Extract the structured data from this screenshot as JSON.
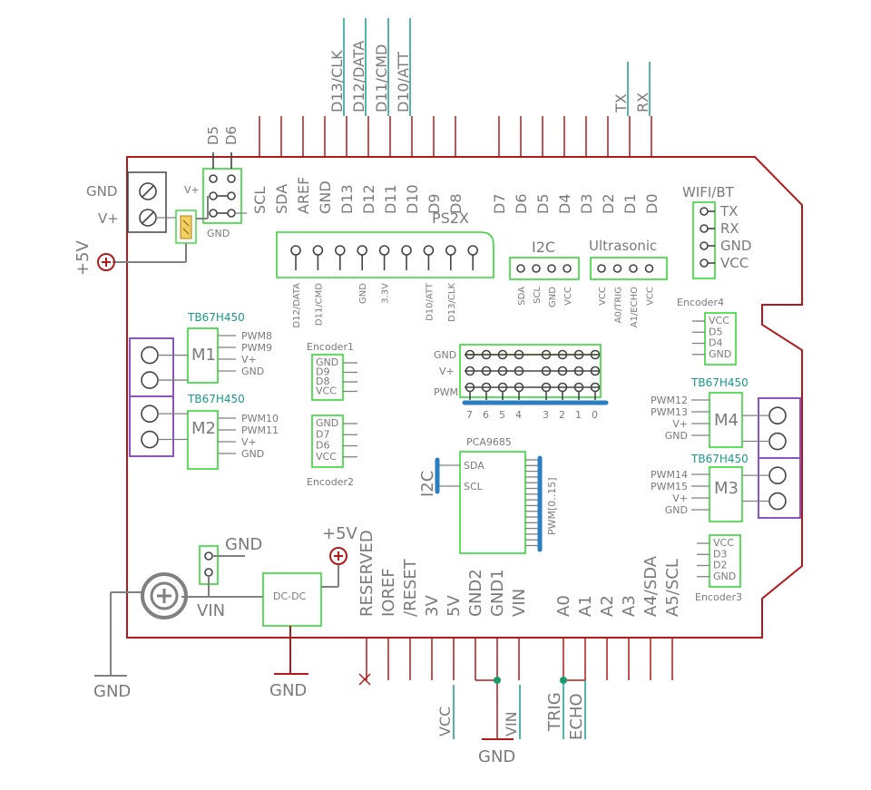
{
  "top_header_pins": [
    "SCL",
    "SDA",
    "AREF",
    "GND",
    "D13",
    "D12",
    "D11",
    "D10",
    "D9",
    "D8",
    "D7",
    "D6",
    "D5",
    "D4",
    "D3",
    "D2",
    "D1",
    "D0"
  ],
  "top_external": [
    "D13/CLK",
    "D12/DATA",
    "D11/CMD",
    "D10/ATT",
    "TX",
    "RX"
  ],
  "servo_header": {
    "d5": "D5",
    "d6": "D6",
    "vplus": "V+",
    "gnd": "GND"
  },
  "power_terminal": {
    "gnd": "GND",
    "vplus": "V+",
    "plus5v": "+5V"
  },
  "ps2x": {
    "title": "PS2X",
    "pins": [
      "D12/DATA",
      "D11/CMD",
      "",
      "GND",
      "3.3V",
      "",
      "D10/ATT",
      "D13/CLK",
      ""
    ]
  },
  "i2c_header": {
    "title": "I2C",
    "pins": [
      "SDA",
      "SCL",
      "GND",
      "VCC"
    ]
  },
  "ultrasonic_header": {
    "title": "Ultrasonic",
    "pins": [
      "VCC",
      "A0/TRIG",
      "A1/ECHO",
      "VCC"
    ]
  },
  "wifi_bt": {
    "title": "WIFI/BT",
    "pins": [
      "TX",
      "RX",
      "GND",
      "VCC"
    ]
  },
  "encoders": [
    {
      "name": "Encoder1",
      "pins": [
        "GND",
        "D9",
        "D8",
        "VCC"
      ]
    },
    {
      "name": "Encoder2",
      "pins": [
        "GND",
        "D7",
        "D6",
        "VCC"
      ]
    },
    {
      "name": "Encoder3",
      "pins": [
        "VCC",
        "D3",
        "D2",
        "GND"
      ]
    },
    {
      "name": "Encoder4",
      "pins": [
        "VCC",
        "D5",
        "D4",
        "GND"
      ]
    }
  ],
  "motors": [
    {
      "label": "M1",
      "driver": "TB67H450",
      "pins": [
        "PWM8",
        "PWM9",
        "V+",
        "GND"
      ]
    },
    {
      "label": "M2",
      "driver": "TB67H450",
      "pins": [
        "PWM10",
        "PWM11",
        "V+",
        "GND"
      ]
    },
    {
      "label": "M4",
      "driver": "TB67H450",
      "pins": [
        "PWM12",
        "PWM13",
        "V+",
        "GND"
      ]
    },
    {
      "label": "M3",
      "driver": "TB67H450",
      "pins": [
        "PWM14",
        "PWM15",
        "V+",
        "GND"
      ]
    }
  ],
  "servo_block": {
    "rows": [
      "GND",
      "V+",
      "PWM"
    ],
    "numbers": [
      "7",
      "6",
      "5",
      "4",
      "3",
      "2",
      "1",
      "0"
    ]
  },
  "pca": {
    "title": "PCA9685",
    "sda": "SDA",
    "scl": "SCL",
    "bus_left": "I2C",
    "bus_right": "PWM[0..15]"
  },
  "power_section": {
    "gnd": "GND",
    "vin": "VIN",
    "dcdc": "DC-DC",
    "plus5v": "+5V",
    "bottom_gnd_left": "GND",
    "bottom_gnd_mid": "GND"
  },
  "bottom_header_pins": [
    "RESERVED",
    "IOREF",
    "/RESET",
    "3V",
    "5V",
    "GND2",
    "GND1",
    "VIN",
    "A0",
    "A1",
    "A2",
    "A3",
    "A4/SDA",
    "A5/SCL"
  ],
  "bottom_external": {
    "vcc": "VCC",
    "vin": "VIN",
    "gnd": "GND",
    "trig": "TRIG",
    "echo": "ECHO"
  },
  "colors": {
    "board": "#b11a1a",
    "component": "#38d638",
    "motor_terminal": "#8a55c0",
    "bus": "#2a7fc2",
    "net_label": "#1a9a8a",
    "wire": "#808080"
  }
}
